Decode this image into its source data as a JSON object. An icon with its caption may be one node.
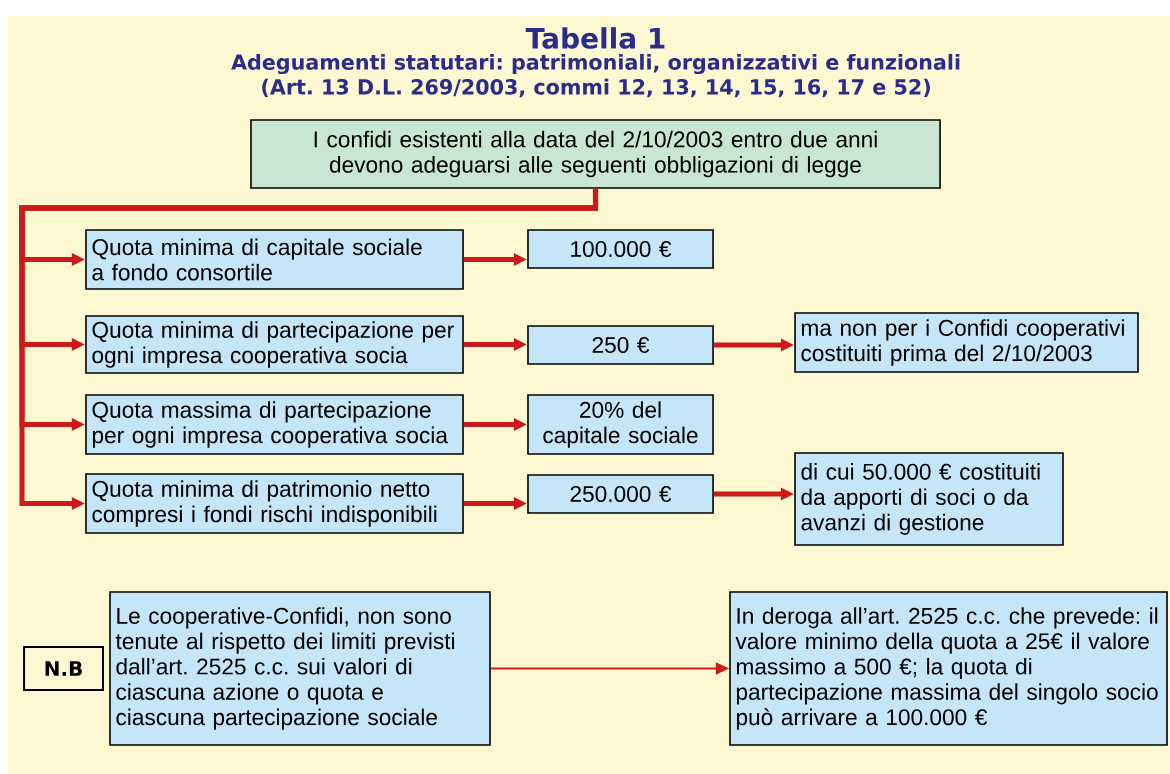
{
  "diagram": {
    "title": "Tabella 1",
    "nodes": [
      {
        "text": [
          "I confidi esistenti alla data del 2/10/2003 entro due anni devono adeguarsi alle seguenti obbligazioni di legge"
        ]
      },
      {
        "text": [
          "Quota minima di capitale sociale a fondo consortile"
        ]
      },
      {
        "text": [
          "100.000 €"
        ]
      },
      {
        "text": [
          "Quota minima di partecipazione per ogni impresa cooperativa socia"
        ]
      },
      {
        "text": [
          "250 €"
        ]
      },
      {
        "text": [
          "ma non per i Confidi cooperativi costituiti prima del 2/10/2003"
        ]
      },
      {
        "text": [
          "Quota massima di partecipazione per ogni impresa cooperativa socia"
        ]
      },
      {
        "text": [
          "20% del capitale sociale"
        ]
      },
      {
        "text": [
          "Quota minima di patrimonio netto compresi i fondi rischi indisponibili"
        ]
      },
      {
        "text": [
          "250.000 €"
        ]
      },
      {
        "text": [
          "di cui 50.000 € costituiti da apporti di soci o da avanzi di gestione"
        ]
      },
      {
        "text": [
          "N.B"
        ]
      },
      {
        "text": [
          "Le cooperative-Confidi, non sono tenute al rispetto dei limiti previsti dall’art. 2525 c.c. sui valori di ciascuna azione o quota e ciascuna partecipazione sociale"
        ]
      },
      {
        "text": [
          "In deroga all’art. 2525 c.c. che prevede: il valore minimo della quota a 25€ il valore massimo a 500 €; la quota di partecipazione massima del singolo socio può arrivare a 100.000 €"
        ]
      }
    ],
    "edges": [
      {
        "from": 0,
        "to": 1,
        "arrow": "to"
      },
      {
        "from": 0,
        "to": 3,
        "arrow": "to"
      },
      {
        "from": 0,
        "to": 6,
        "arrow": "to"
      },
      {
        "from": 0,
        "to": 8,
        "arrow": "to"
      },
      {
        "from": 1,
        "to": 2,
        "arrow": "to"
      },
      {
        "from": 3,
        "to": 4,
        "arrow": "to"
      },
      {
        "from": 4,
        "to": 5,
        "arrow": "to"
      },
      {
        "from": 6,
        "to": 7,
        "arrow": "to"
      },
      {
        "from": 8,
        "to": 9,
        "arrow": "to"
      },
      {
        "from": 9,
        "to": 10,
        "arrow": "to"
      },
      {
        "from": 12,
        "to": 13,
        "arrow": "to"
      }
    ],
    "labels": [
      "Adeguamenti statutari: patrimoniali, organizzativi e funzionali",
      "(Art. 13 D.L. 269/2003, commi 12, 13, 14, 15, 16, 17 e 52)"
    ]
  }
}
